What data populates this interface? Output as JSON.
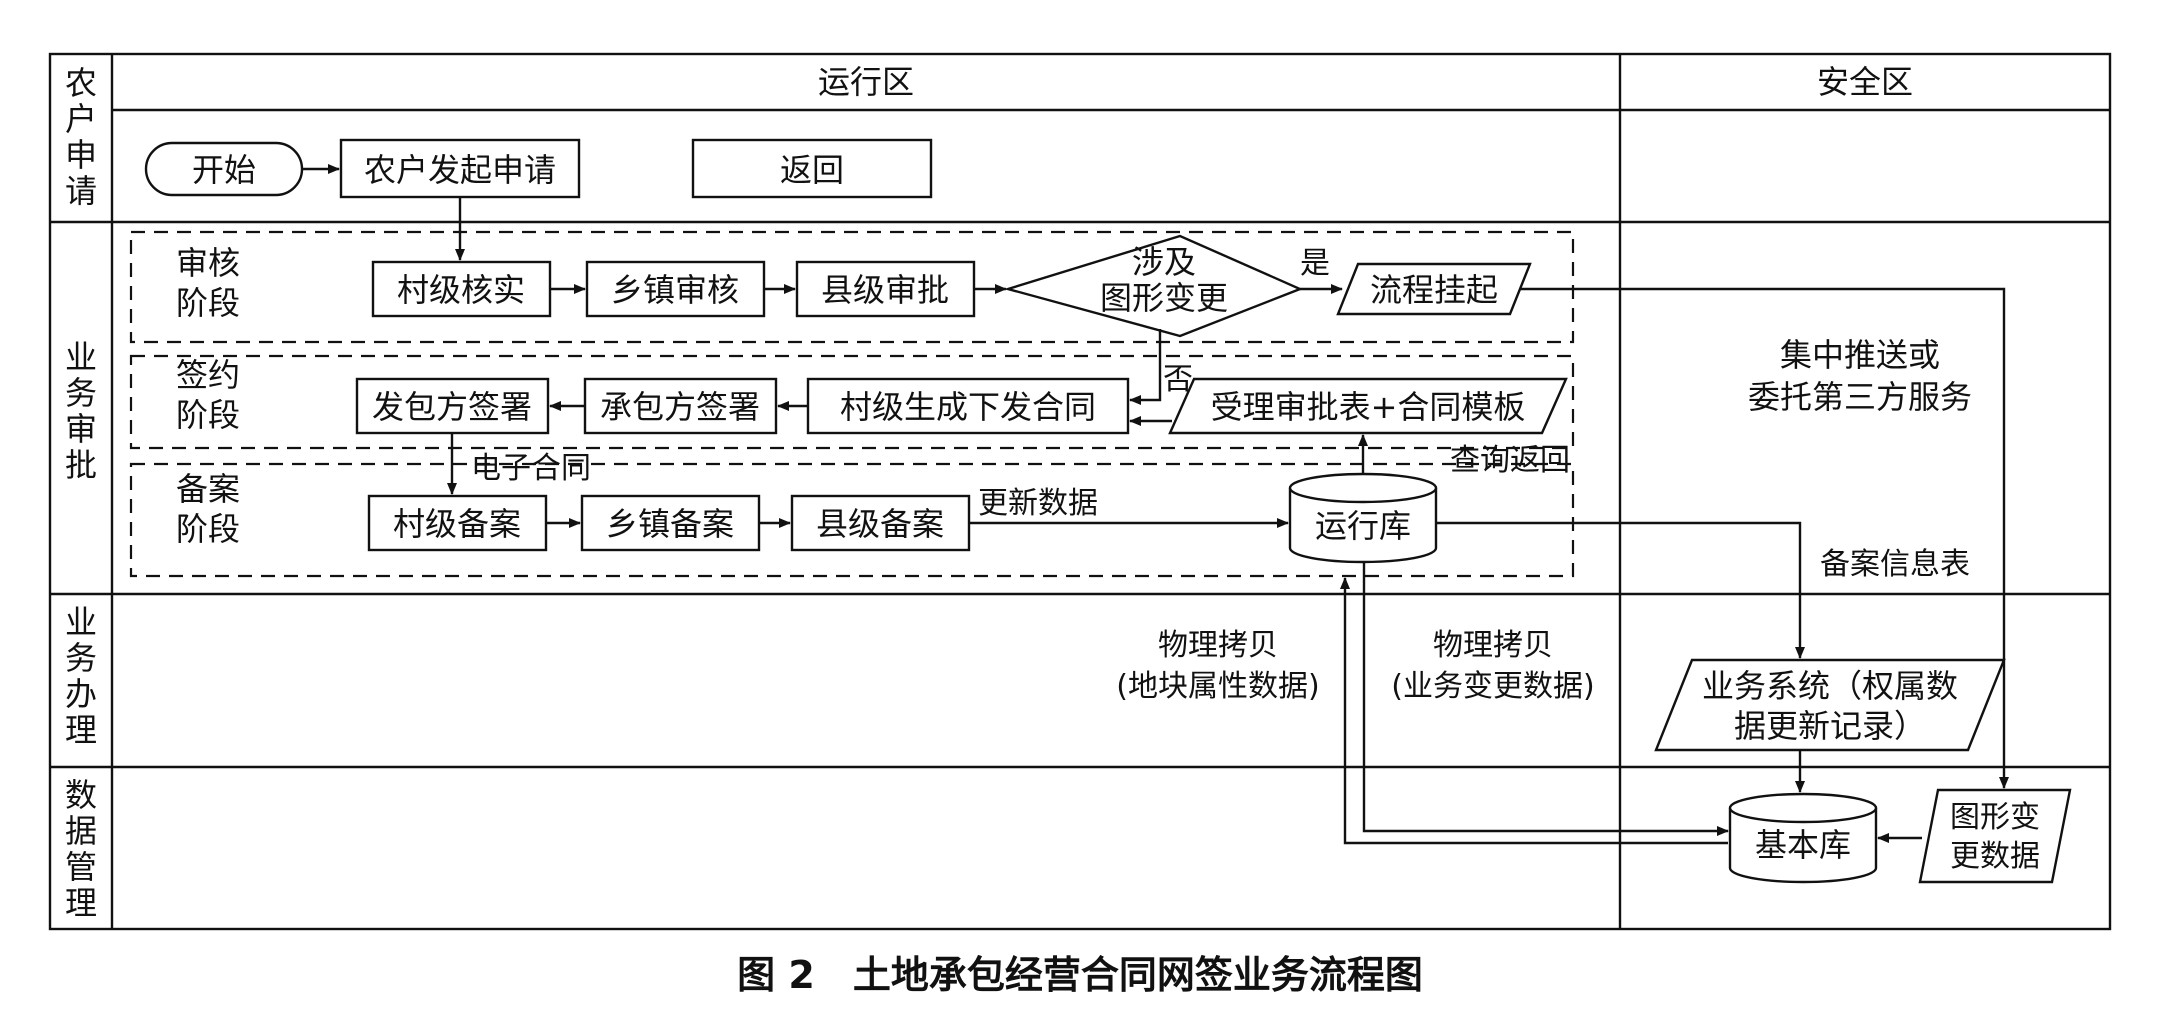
{
  "swimlanes": {
    "lane1": [
      "农",
      "户",
      "申",
      "请"
    ],
    "lane2": [
      "业",
      "务",
      "审",
      "批"
    ],
    "lane3": [
      "业",
      "务",
      "办",
      "理"
    ],
    "lane4": [
      "数",
      "据",
      "管",
      "理"
    ]
  },
  "zones": {
    "run": "运行区",
    "safe": "安全区"
  },
  "stages": {
    "audit": [
      "审核",
      "阶段"
    ],
    "sign": [
      "签约",
      "阶段"
    ],
    "record": [
      "备案",
      "阶段"
    ]
  },
  "nodes": {
    "start": "开始",
    "apply": "农户发起申请",
    "back": "返回",
    "village_verify": "村级核实",
    "town_review": "乡镇审核",
    "county_approve": "县级审批",
    "decision": [
      "涉及",
      "图形变更"
    ],
    "suspend": "流程挂起",
    "contractor_sign": "发包方签署",
    "contractee_sign": "承包方签署",
    "village_generate": "村级生成下发合同",
    "accept_table": "受理审批表+合同模板",
    "village_record": "村级备案",
    "town_record": "乡镇备案",
    "county_record": "县级备案",
    "run_db": "运行库",
    "biz_system": [
      "业务系统（权属数",
      "据更新记录）"
    ],
    "base_db": "基本库",
    "graph_change": [
      "图形变",
      "更数据"
    ]
  },
  "edge_labels": {
    "yes": "是",
    "no": "否",
    "econtract": "电子合同",
    "update_data": "更新数据",
    "query_return": "查询返回",
    "push": [
      "集中推送或",
      "委托第三方服务"
    ],
    "record_table": "备案信息表",
    "copy_land": [
      "物理拷贝",
      "(地块属性数据)"
    ],
    "copy_biz": [
      "物理拷贝",
      "(业务变更数据)"
    ]
  },
  "caption": "图 2　土地承包经营合同网签业务流程图"
}
